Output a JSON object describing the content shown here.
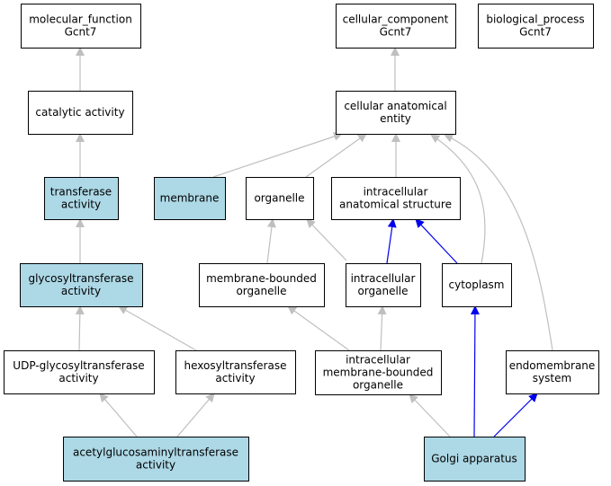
{
  "colors": {
    "highlight_fill": "#add8e6",
    "plain_fill": "#ffffff",
    "grey_edge": "#bfbfbf",
    "blue_edge": "#0000ee"
  },
  "nodes": [
    {
      "id": "mf",
      "lines": [
        "molecular_function",
        "Gcnt7"
      ],
      "highlight": false
    },
    {
      "id": "cc",
      "lines": [
        "cellular_component",
        "Gcnt7"
      ],
      "highlight": false
    },
    {
      "id": "bp",
      "lines": [
        "biological_process",
        "Gcnt7"
      ],
      "highlight": false
    },
    {
      "id": "catalytic",
      "lines": [
        "catalytic activity"
      ],
      "highlight": false
    },
    {
      "id": "cae",
      "lines": [
        "cellular anatomical",
        "entity"
      ],
      "highlight": false
    },
    {
      "id": "transferase",
      "lines": [
        "transferase",
        "activity"
      ],
      "highlight": true
    },
    {
      "id": "membrane",
      "lines": [
        "membrane"
      ],
      "highlight": true
    },
    {
      "id": "organelle",
      "lines": [
        "organelle"
      ],
      "highlight": false
    },
    {
      "id": "ias",
      "lines": [
        "intracellular",
        "anatomical structure"
      ],
      "highlight": false
    },
    {
      "id": "glyco",
      "lines": [
        "glycosyltransferase",
        "activity"
      ],
      "highlight": true
    },
    {
      "id": "mbo",
      "lines": [
        "membrane-bounded",
        "organelle"
      ],
      "highlight": false
    },
    {
      "id": "io",
      "lines": [
        "intracellular",
        "organelle"
      ],
      "highlight": false
    },
    {
      "id": "cytoplasm",
      "lines": [
        "cytoplasm"
      ],
      "highlight": false
    },
    {
      "id": "udp",
      "lines": [
        "UDP-glycosyltransferase",
        "activity"
      ],
      "highlight": false
    },
    {
      "id": "hexo",
      "lines": [
        "hexosyltransferase",
        "activity"
      ],
      "highlight": false
    },
    {
      "id": "imbo",
      "lines": [
        "intracellular",
        "membrane-bounded",
        "organelle"
      ],
      "highlight": false
    },
    {
      "id": "endo",
      "lines": [
        "endomembrane",
        "system"
      ],
      "highlight": false
    },
    {
      "id": "acetyl",
      "lines": [
        "acetylglucosaminyltransferase",
        "activity"
      ],
      "highlight": true
    },
    {
      "id": "golgi",
      "lines": [
        "Golgi apparatus"
      ],
      "highlight": true
    }
  ],
  "edges": [
    {
      "from": "catalytic",
      "to": "mf",
      "color": "grey"
    },
    {
      "from": "transferase",
      "to": "catalytic",
      "color": "grey"
    },
    {
      "from": "glyco",
      "to": "transferase",
      "color": "grey"
    },
    {
      "from": "udp",
      "to": "glyco",
      "color": "grey"
    },
    {
      "from": "hexo",
      "to": "glyco",
      "color": "grey"
    },
    {
      "from": "acetyl",
      "to": "udp",
      "color": "grey"
    },
    {
      "from": "acetyl",
      "to": "hexo",
      "color": "grey"
    },
    {
      "from": "cae",
      "to": "cc",
      "color": "grey"
    },
    {
      "from": "membrane",
      "to": "cae",
      "color": "grey"
    },
    {
      "from": "organelle",
      "to": "cae",
      "color": "grey"
    },
    {
      "from": "ias",
      "to": "cae",
      "color": "grey"
    },
    {
      "from": "cytoplasm",
      "to": "cae",
      "color": "grey"
    },
    {
      "from": "endo",
      "to": "cae",
      "color": "grey"
    },
    {
      "from": "mbo",
      "to": "organelle",
      "color": "grey"
    },
    {
      "from": "io",
      "to": "organelle",
      "color": "grey"
    },
    {
      "from": "io",
      "to": "ias",
      "color": "blue"
    },
    {
      "from": "cytoplasm",
      "to": "ias",
      "color": "blue"
    },
    {
      "from": "imbo",
      "to": "mbo",
      "color": "grey"
    },
    {
      "from": "imbo",
      "to": "io",
      "color": "grey"
    },
    {
      "from": "golgi",
      "to": "imbo",
      "color": "grey"
    },
    {
      "from": "golgi",
      "to": "cytoplasm",
      "color": "blue"
    },
    {
      "from": "golgi",
      "to": "endo",
      "color": "blue"
    }
  ]
}
